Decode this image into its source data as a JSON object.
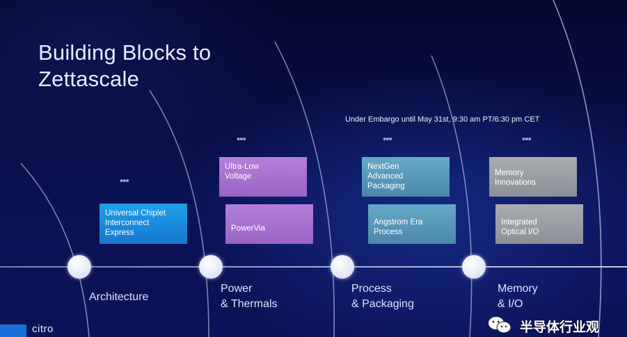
{
  "slide": {
    "title_line1": "Building Blocks to",
    "title_line2": "Zettascale",
    "embargo": "Under Embargo until May 31st, 9:30 am PT/6:30 pm CET",
    "more_indicator": "•••"
  },
  "columns": [
    {
      "category_line1": "Architecture",
      "category_line2": "",
      "boxes": [
        "Universal Chiplet\nInterconnect\nExpress"
      ]
    },
    {
      "category_line1": "Power",
      "category_line2": "& Thermals",
      "boxes": [
        "Ultra-Low\nVoltage",
        "PowerVia"
      ]
    },
    {
      "category_line1": "Process",
      "category_line2": "& Packaging",
      "boxes": [
        "NextGen\nAdvanced\nPackaging",
        "Angstrom Era\nProcess"
      ]
    },
    {
      "category_line1": "Memory",
      "category_line2": "& I/O",
      "boxes": [
        "Memory\nInnovations",
        "Integrated\nOptical I/O"
      ]
    }
  ],
  "footer": {
    "brand_text": "citro",
    "watermark_text": "半导体行业观",
    "watermark_icon": "wechat-icon"
  },
  "colors": {
    "architecture": "#1f9fe8",
    "power": "#b57fd8",
    "process": "#65a9c8",
    "memory": "#a9abb1"
  }
}
